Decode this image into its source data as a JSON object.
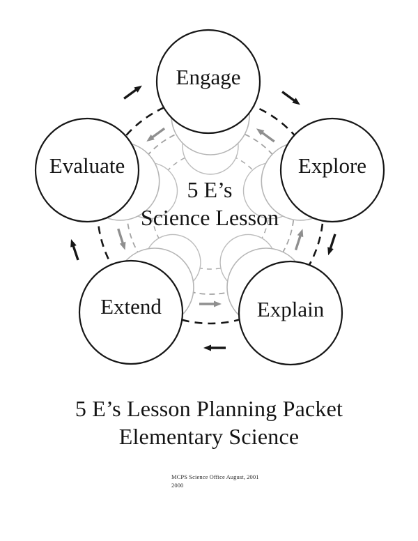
{
  "page": {
    "background_color": "#ffffff"
  },
  "diagram": {
    "center_label": {
      "line1": "5 E’s",
      "line2": "Science Lesson"
    },
    "stages": [
      {
        "label": "Engage",
        "position": "top"
      },
      {
        "label": "Explore",
        "position": "upper-right"
      },
      {
        "label": "Explain",
        "position": "lower-right"
      },
      {
        "label": "Extend",
        "position": "lower-left"
      },
      {
        "label": "Evaluate",
        "position": "upper-left"
      }
    ],
    "outer_arrows_direction": "clockwise",
    "inner_arrows_direction": "counterclockwise",
    "colors": {
      "stage_stroke": "#161616",
      "echo_stroke": "#b5b5b5",
      "dashed_gray": "#a3a3a3",
      "arrow_gray": "#8f8f8f"
    }
  },
  "title": {
    "line1": "5 E’s Lesson Planning Packet",
    "line2": "Elementary Science"
  },
  "footer": {
    "line1": "MCPS Science Office August, 2001",
    "line2": "2000"
  }
}
